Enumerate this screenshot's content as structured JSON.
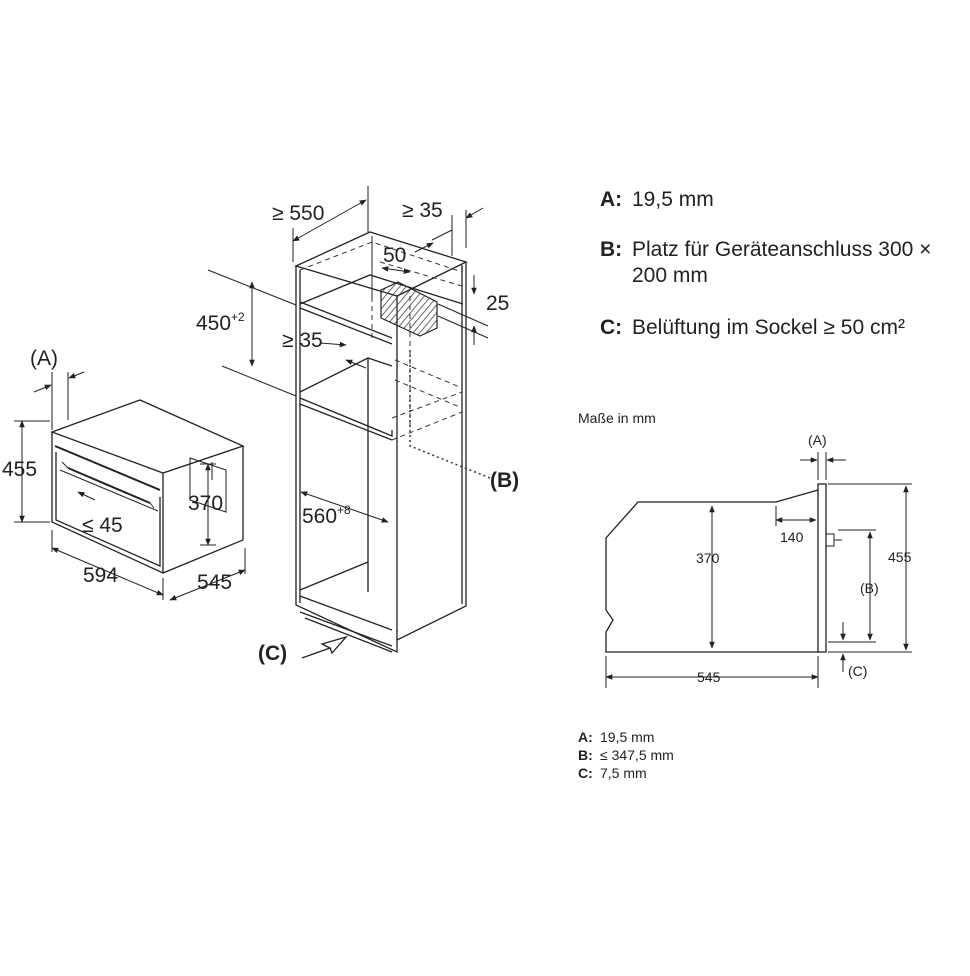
{
  "notes": {
    "a": {
      "key": "A:",
      "text": "19,5 mm"
    },
    "b": {
      "key": "B:",
      "text_line1": "Platz für Geräteanschluss 300 ×",
      "text_line2": "200 mm"
    },
    "c": {
      "key": "C:",
      "text": "Belüftung im Sockel ≥ 50 cm²"
    }
  },
  "units_note": "Maße in mm",
  "oven_3d": {
    "label_a": "(A)",
    "height": "455",
    "depth": "370",
    "opening": "≤ 45",
    "width": "594",
    "depth_total": "545"
  },
  "cabinet": {
    "depth_min": "≥ 550",
    "back_gap_min": "≥ 35",
    "vent_width": "50",
    "vent_height": "25",
    "niche_height": "450",
    "niche_height_tol": "+2",
    "shelf_gap_min": "≥ 35",
    "niche_width": "560",
    "niche_width_tol": "+8",
    "label_b": "(B)",
    "label_c": "(C)"
  },
  "side_view": {
    "label_a": "(A)",
    "panel_depth": "140",
    "height_inner": "370",
    "height_total": "455",
    "label_b": "(B)",
    "label_c": "(C)",
    "depth": "545"
  },
  "bottom_notes": [
    {
      "key": "A:",
      "text": "19,5 mm"
    },
    {
      "key": "B:",
      "text": "≤ 347,5 mm"
    },
    {
      "key": "C:",
      "text": "7,5 mm"
    }
  ]
}
